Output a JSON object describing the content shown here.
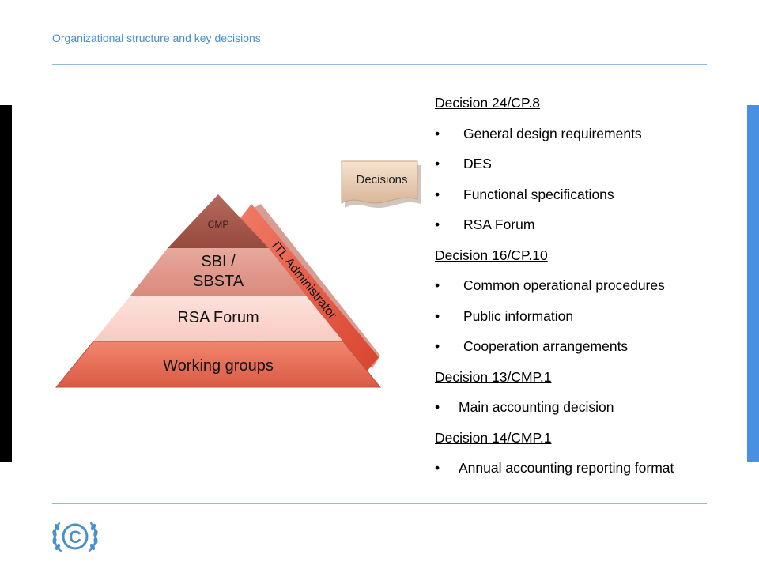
{
  "header": {
    "title": "Organizational structure and key decisions"
  },
  "pyramid": {
    "levels": [
      {
        "label": "CMP",
        "color": "#a5584b"
      },
      {
        "label_line1": "SBI /",
        "label_line2": "SBSTA",
        "color": "#e0988c"
      },
      {
        "label": "RSA Forum",
        "color": "#fbd4cd"
      },
      {
        "label": "Working groups",
        "color": "#e86b55"
      }
    ],
    "side_label": "ITL Administrator",
    "side_color": "#e8604a"
  },
  "decisions_tag": {
    "label": "Decisions"
  },
  "decisions": [
    {
      "type": "heading",
      "text": "Decision 24/CP.8"
    },
    {
      "type": "bullet",
      "text": "General design requirements"
    },
    {
      "type": "bullet",
      "text": "DES"
    },
    {
      "type": "bullet",
      "text": "Functional specifications"
    },
    {
      "type": "bullet",
      "text": "RSA Forum"
    },
    {
      "type": "heading",
      "text": "Decision 16/CP.10"
    },
    {
      "type": "bullet",
      "text": "Common operational procedures"
    },
    {
      "type": "bullet",
      "text": "Public information"
    },
    {
      "type": "bullet",
      "text": "Cooperation arrangements"
    },
    {
      "type": "heading",
      "text": "Decision 13/CMP.1"
    },
    {
      "type": "bullet-tight",
      "text": "Main accounting decision"
    },
    {
      "type": "heading",
      "text": "Decision 14/CMP.1"
    },
    {
      "type": "bullet-tight",
      "text": "Annual accounting reporting format"
    }
  ],
  "colors": {
    "accent_blue": "#4a90e2",
    "header_text": "#4a90c8",
    "rule": "#8fb8de"
  },
  "logo": {
    "icon": "unfccc-logo-icon",
    "mark_text": "C"
  }
}
